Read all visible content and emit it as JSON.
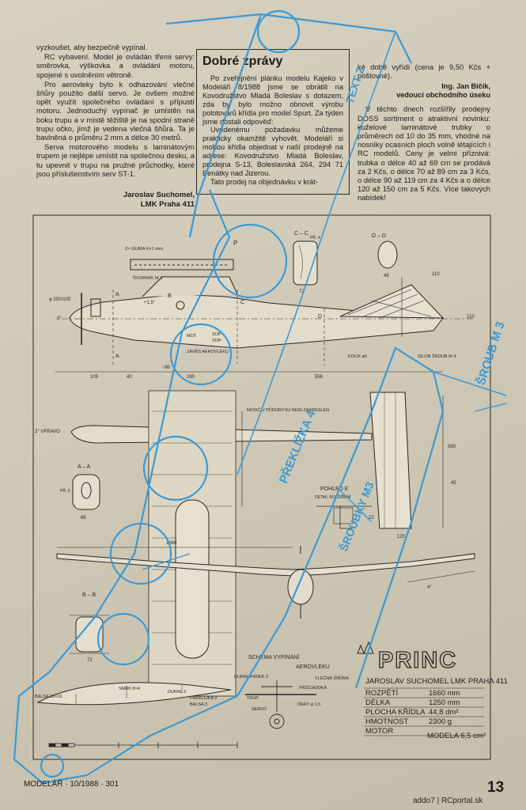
{
  "left_column": {
    "paragraphs": [
      "vyzkoušet, aby bezpečně vypínal.",
      "RC vybavení. Model je ovládán třemi servy: směrovka, výškovka a ovládání motoru, spojené s uvolněním větroně.",
      "Pro aerovleky bylo k odhazování vlečné šňůry použito další servo. Je ovšem možné opět využít společného ovládání s přípustí motoru. Jednoduchý vypínač je umístěn na boku trupu a v místě těžiště je na spodní straně trupu očko, jímž je vedena vlečná šňůra. Ta je bavlněná o průměru 2 mm a délce 30 metrů.",
      "Serva motorového modelu s laminátovým trupem je nejlépe umístit na společnou desku, a tu upevnit v trupu na pružné průchodky, které jsou příslušenstvím serv ST-1."
    ],
    "author_name": "Jaroslav Suchomel,",
    "author_club": "LMK Praha 411"
  },
  "news_box": {
    "title": "Dobré zprávy",
    "paragraphs": [
      "Po zveřejnění plánku modelu Kajeko v Modeláři 8/1988 jsme se obrátili na Kovodružstvo Mladá Boleslav s dotazem, zda by bylo možno obnovit výrobu polotovarů křídla pro model Spurt. Za týden jsme dostali odpověď:",
      "Uvedenému požadavku můžeme prakticky okamžitě vyhovět. Modeláři si mohou křídla objednat v naší prodejně na adrese: Kovodružstvo Mladá Boleslav, prodejna S-13, Boleslavská 264, 294 71 Benátky nad Jizerou.",
      "Tato prodej na objednávku v krát-"
    ]
  },
  "right_column": {
    "paragraph1": "ké době vyřídí (cena je 9,50 Kčs + poštovné).",
    "signature_name": "Ing. Jan Bičík,",
    "signature_role": "vedoucí obchodního úseku",
    "paragraph2": "V těchto dnech rozšířily prodejny DOSS sortiment o atraktivní novinku: kuželové laminátové trubky o průměrech od 10 do 35 mm, vhodné na nosníky ocasních ploch volně létajících i RC modelů. Ceny je velmi příznivá: trubka o délce 40 až 69 cm se prodává za 2 Kčs, o délce 70 až 89 cm za 3 Kčs, o délce 90 až 119 cm za 4 Kčs a o délce 120 až 150 cm za 5 Kčs. Více takových nabídek!"
  },
  "plan_labels": {
    "guma": "2× GUMA 6×1 mm",
    "p": "P",
    "cc": "C – C",
    "dd": "D – D",
    "pr4": "PŘ. 4",
    "svornik": "ŠVORNÍK M 3",
    "prop": "φ 250/100",
    "thrust": "-3°",
    "incidence": "+1,5°",
    "a": "A",
    "b": "B",
    "c": "C",
    "d": "D",
    "mot": "MOT",
    "sop": "SOP",
    "vop": "VOP",
    "zaves": "ZÁVĚS AEROVLEKU",
    "kolik": "KOLÍK φ5",
    "silon": "SILON ŠROUB M 4",
    "d105": "105",
    "d40": "40",
    "d80": "~80",
    "d280": "280",
    "d556": "556",
    "d110": "110",
    "d210": "210",
    "d72": "72",
    "d48": "48",
    "vpravo": "2° VPRAVO",
    "nosic": "NOSIČ V PŮDORYSU NENÍ ZAKRESLEN",
    "aa": "A – A",
    "pr5": "PŘ. 5",
    "d66": "66",
    "d580": "580",
    "d45": "45",
    "d120": "120",
    "pohled": "POHLED E",
    "detail": "DETAIL ROZŠÍŘENÍ",
    "d22": "22",
    "d1660": "1660",
    "dihedral": "4°",
    "bb": "B – B",
    "schema_title": "SCHEMA VYPÍNÁNÍ",
    "schema_sub": "AEROVLEKU",
    "dural_pasek": "DURAL PÁSEK 2",
    "vlecna": "VLEČNÁ ŠŇŮRA",
    "pruchodka": "PRŮCHODKA",
    "trup": "TRUP",
    "dratl": "DRÁT φ 1,5",
    "servo": "SERVO",
    "smrk": "SMRK 8×4",
    "dural2": "DURAL 2",
    "preklizka2": "PŘEKLÍŽKA 2",
    "balsa3": "BALSA 3",
    "balsa10": "BALSA 10×16"
  },
  "overlay_labels": {
    "preklizka": "PŘEKLÍŽKA 4",
    "sroubky": "ŠROUBKY M3",
    "sroub": "ŠROUB M 3",
    "text2": "TEXT 2"
  },
  "title_block": {
    "name": "PRINC",
    "author": "JAROSLAV SUCHOMEL LMK PRAHA 411",
    "rows": [
      {
        "label": "ROZPĚTÍ",
        "value": "1660 mm"
      },
      {
        "label": "DÉLKA",
        "value": "1250 mm"
      },
      {
        "label": "PLOCHA KŘÍDLA",
        "value": "44,8 dm²"
      },
      {
        "label": "HMOTNOST",
        "value": "2300 g"
      },
      {
        "label": "MOTOR",
        "value": "MODELA 6,5 cm³"
      }
    ]
  },
  "footer": {
    "issue": "MODELÁŘ · 10/1988 · 301",
    "page_number": "13",
    "credit": "addo7 | RCportal.sk"
  },
  "colors": {
    "paper": "#cfc9b7",
    "ink": "#2a2722",
    "overlay_blue": "#3a9ad6"
  }
}
